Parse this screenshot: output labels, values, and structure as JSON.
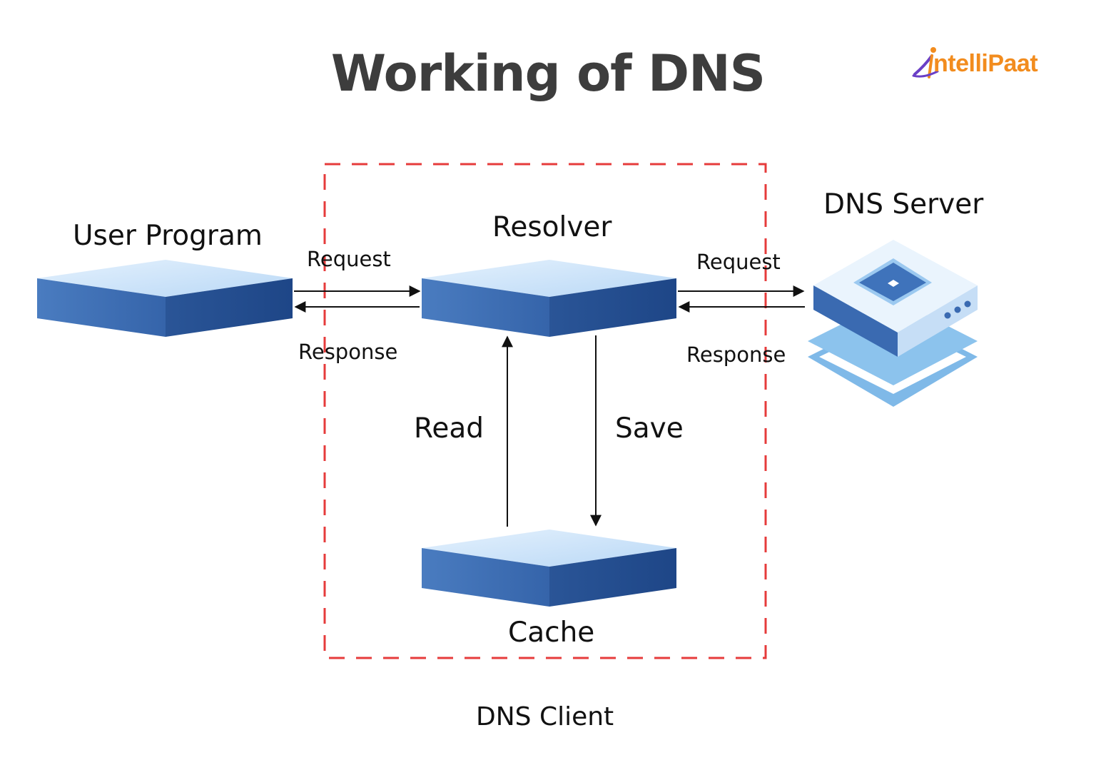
{
  "title": "Working of DNS",
  "logo": {
    "text": "ntelliPaat"
  },
  "nodes": {
    "user_program": "User Program",
    "resolver": "Resolver",
    "dns_server": "DNS Server",
    "cache": "Cache"
  },
  "edges": {
    "left_request": "Request",
    "left_response": "Response",
    "right_request": "Request",
    "right_response": "Response",
    "read": "Read",
    "save": "Save"
  },
  "group": {
    "label": "DNS Client"
  },
  "colors": {
    "box_top": "#cfe6fb",
    "box_left": "#3d6db3",
    "box_right": "#244f94",
    "dashed_border": "#e63b3b",
    "title": "#3d3d3d",
    "brand_orange": "#f28c1e",
    "brand_purple": "#6a3fc6"
  }
}
